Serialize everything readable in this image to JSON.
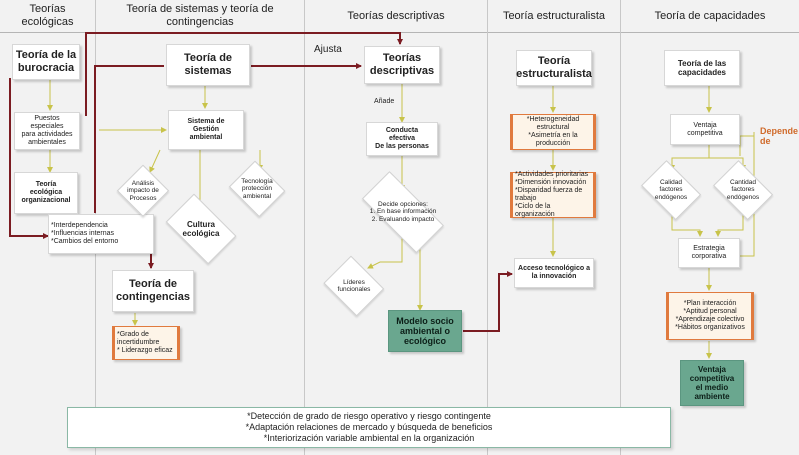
{
  "columns": [
    {
      "title": "Teorías\necológicas"
    },
    {
      "title": "Teoría de sistemas y teoría de contingencias"
    },
    {
      "title": "Teorías  descriptivas"
    },
    {
      "title": "Teoría estructuralista"
    },
    {
      "title": "Teoría de capacidades"
    }
  ],
  "ecologicas": {
    "burocracia": "Teoría de la\nburocracia",
    "puestos": "Puestos especiales\npara actividades\nambientales",
    "eco_org": "Teoría\necológica\norganizacional",
    "interdependencia": "*Interdependencia\n*Influencias internas\n*Cambios del entorno"
  },
  "sistemas": {
    "teoria_sistemas": "Teoría de\nsistemas",
    "sga": "Sistema de\nGestión\nambiental",
    "analisis": "Análisis\nimpacto de\nProcesos",
    "tecnologia": "Tecnología\nprotección\nambiental",
    "cultura": "Cultura\necológica",
    "contingencias": "Teoría de\ncontingencias",
    "contingencias_items": "*Grado de\nincertidumbre\n* Liderazgo eficaz"
  },
  "descriptivas": {
    "ajusta": "Ajusta",
    "teorias": "Teorías\ndescriptivas",
    "anade": "Añade",
    "conducta": "Conducta\nefectiva\nDe las personas",
    "decide": "Decide opciones:\n1. En base información\n2. Evaluando impacto",
    "lideres": "Líderes\nfuncionales",
    "modelo": "Modelo socio\nambiental o\necológico"
  },
  "estructuralista": {
    "teoria": "Teoría\nestructuralista",
    "heterogeneidad": "*Heterogeneidad\nestructural\n*Asimetría en la\nproducción",
    "actividades": "*Actividades prioritarias\n*Dimensión innovación\n*Disparidad fuerza de\ntrabajo\n*Ciclo de la organización",
    "acceso": "Acceso tecnológico a\nla innovación"
  },
  "capacidades": {
    "teoria": "Teoría de las\ncapacidades",
    "ventaja": "Ventaja\ncompetitiva",
    "depende": "Depende\nde",
    "calidad": "Calidad\nfactores\nendógenos",
    "cantidad": "Cantidad\nfactores\nendógenos",
    "estrategia": "Estrategia\ncorporativa",
    "plan": "*Plan interacción\n*Aptitud personal\n*Aprendizaje colectivo\n*Hábitos organizativos",
    "ventaja_medio": "Ventaja\ncompetitiva\nel medio\nambiente"
  },
  "bottom": [
    "*Detección de grado de riesgo operativo y riesgo contingente",
    "*Adaptación relaciones de  mercado y búsqueda de beneficios",
    "*Interiorización variable ambiental en la organización"
  ],
  "colors": {
    "column_bg": "#f2f2f2",
    "green_box": "#6aa78f",
    "orange_border": "#e07a3e",
    "dark_red_arrow": "#7b1c22",
    "olive_arrow": "#c8c34a"
  }
}
